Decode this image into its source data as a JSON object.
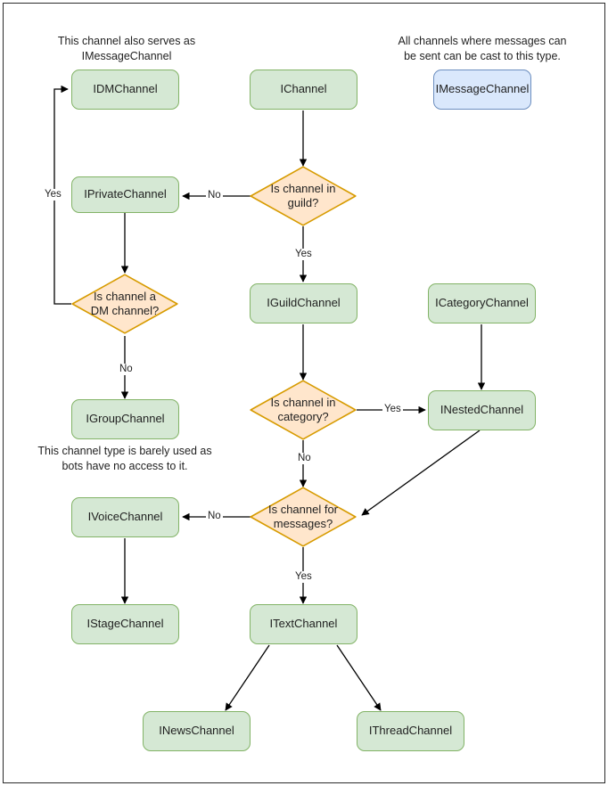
{
  "diagram": {
    "title": "Discord channel interface decision flowchart",
    "colors": {
      "node_fill_green": "#d5e8d4",
      "node_border_green": "#82b366",
      "node_fill_blue": "#dae8fc",
      "node_border_blue": "#6c8ebf",
      "decision_fill_orange": "#ffe6cc",
      "decision_border_orange": "#d79b00",
      "edge_color": "#000000",
      "text_color": "#1f1f1f",
      "page_border": "#2b2b2b",
      "background": "#ffffff"
    }
  },
  "notes": [
    {
      "id": "note-dm",
      "text": "This channel also serves as IMessageChannel"
    },
    {
      "id": "note-message",
      "text": "All channels where messages can be sent can be cast to this type."
    },
    {
      "id": "note-group",
      "text": "This channel type is barely used as bots have no access to it."
    }
  ],
  "nodes": [
    {
      "id": "idmchannel",
      "label": "IDMChannel",
      "shape": "rounded-rect",
      "style": "green"
    },
    {
      "id": "ichannel",
      "label": "IChannel",
      "shape": "rounded-rect",
      "style": "green"
    },
    {
      "id": "imessagechannel",
      "label": "IMessageChannel",
      "shape": "rounded-rect",
      "style": "blue"
    },
    {
      "id": "iprivatechannel",
      "label": "IPrivateChannel",
      "shape": "rounded-rect",
      "style": "green"
    },
    {
      "id": "iguildchannel",
      "label": "IGuildChannel",
      "shape": "rounded-rect",
      "style": "green"
    },
    {
      "id": "icategorychannel",
      "label": "ICategoryChannel",
      "shape": "rounded-rect",
      "style": "green"
    },
    {
      "id": "igroupchannel",
      "label": "IGroupChannel",
      "shape": "rounded-rect",
      "style": "green"
    },
    {
      "id": "inestedchannel",
      "label": "INestedChannel",
      "shape": "rounded-rect",
      "style": "green"
    },
    {
      "id": "ivoicechannel",
      "label": "IVoiceChannel",
      "shape": "rounded-rect",
      "style": "green"
    },
    {
      "id": "istagechannel",
      "label": "IStageChannel",
      "shape": "rounded-rect",
      "style": "green"
    },
    {
      "id": "itextchannel",
      "label": "ITextChannel",
      "shape": "rounded-rect",
      "style": "green"
    },
    {
      "id": "inewschannel",
      "label": "INewsChannel",
      "shape": "rounded-rect",
      "style": "green"
    },
    {
      "id": "ithreadchannel",
      "label": "IThreadChannel",
      "shape": "rounded-rect",
      "style": "green"
    }
  ],
  "decisions": [
    {
      "id": "is-in-guild",
      "line1": "Is channel in",
      "line2": "guild?"
    },
    {
      "id": "is-dm-channel",
      "line1": "Is channel a",
      "line2": "DM channel?"
    },
    {
      "id": "is-in-category",
      "line1": "Is channel in",
      "line2": "category?"
    },
    {
      "id": "is-for-messages",
      "line1": "Is channel for",
      "line2": "messages?"
    }
  ],
  "edge_labels": [
    {
      "id": "guild-no",
      "text": "No"
    },
    {
      "id": "guild-yes",
      "text": "Yes"
    },
    {
      "id": "dm-yes",
      "text": "Yes"
    },
    {
      "id": "dm-no",
      "text": "No"
    },
    {
      "id": "category-yes",
      "text": "Yes"
    },
    {
      "id": "category-no",
      "text": "No"
    },
    {
      "id": "messages-no",
      "text": "No"
    },
    {
      "id": "messages-yes",
      "text": "Yes"
    }
  ]
}
